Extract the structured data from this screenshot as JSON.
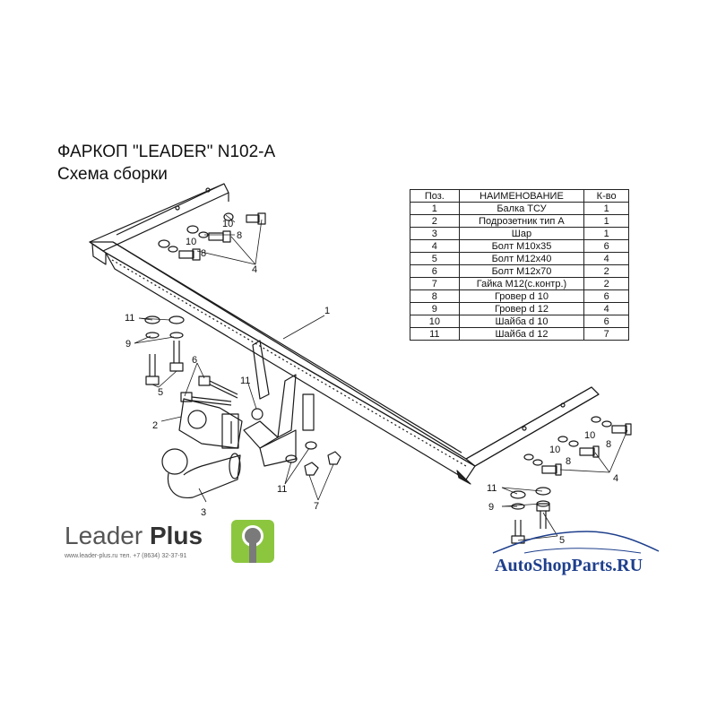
{
  "header": {
    "title": "ФАРКОП \"LEADER\" N102-A",
    "subtitle": "Схема сборки"
  },
  "parts_table": {
    "columns": [
      "Поз.",
      "НАИМЕНОВАНИЕ",
      "К-во"
    ],
    "rows": [
      [
        "1",
        "Балка ТСУ",
        "1"
      ],
      [
        "2",
        "Подрозетник тип А",
        "1"
      ],
      [
        "3",
        "Шар",
        "1"
      ],
      [
        "4",
        "Болт М10х35",
        "6"
      ],
      [
        "5",
        "Болт М12х40",
        "4"
      ],
      [
        "6",
        "Болт М12х70",
        "2"
      ],
      [
        "7",
        "Гайка М12(с.контр.)",
        "2"
      ],
      [
        "8",
        "Гровер d 10",
        "6"
      ],
      [
        "9",
        "Гровер d 12",
        "4"
      ],
      [
        "10",
        "Шайба d 10",
        "6"
      ],
      [
        "11",
        "Шайба d 12",
        "7"
      ]
    ]
  },
  "callouts": {
    "c10_top_left": "10",
    "c8_top_left": "8",
    "c10_mid_left": "10",
    "c8_mid_left": "8",
    "c4_top": "4",
    "c1_beam": "1",
    "c11_left": "11",
    "c9_left": "9",
    "c5_left": "5",
    "c6": "6",
    "c2": "2",
    "c3": "3",
    "c11_center": "11",
    "c11_lower": "11",
    "c7": "7",
    "c10_right_top": "10",
    "c8_right_top": "8",
    "c10_right_mid": "10",
    "c8_right_mid": "8",
    "c4_right": "4",
    "c11_right": "11",
    "c9_right": "9",
    "c5_right": "5"
  },
  "branding": {
    "logo_word": "Leader",
    "logo_bold": "Plus",
    "logo_sub": "www.leader-plus.ru   тел. +7 (8634) 32-37-91",
    "watermark": "AutoShopParts.RU"
  },
  "colors": {
    "line": "#1a1a1a",
    "logo_green": "#8cc63f",
    "logo_grey": "#7a7a7a",
    "watermark_blue": "#1e3f8c",
    "watermark_red": "#d32f2f"
  },
  "icons": {
    "logo_mark": "towball-logo-icon",
    "watermark_car": "car-outline-icon"
  }
}
